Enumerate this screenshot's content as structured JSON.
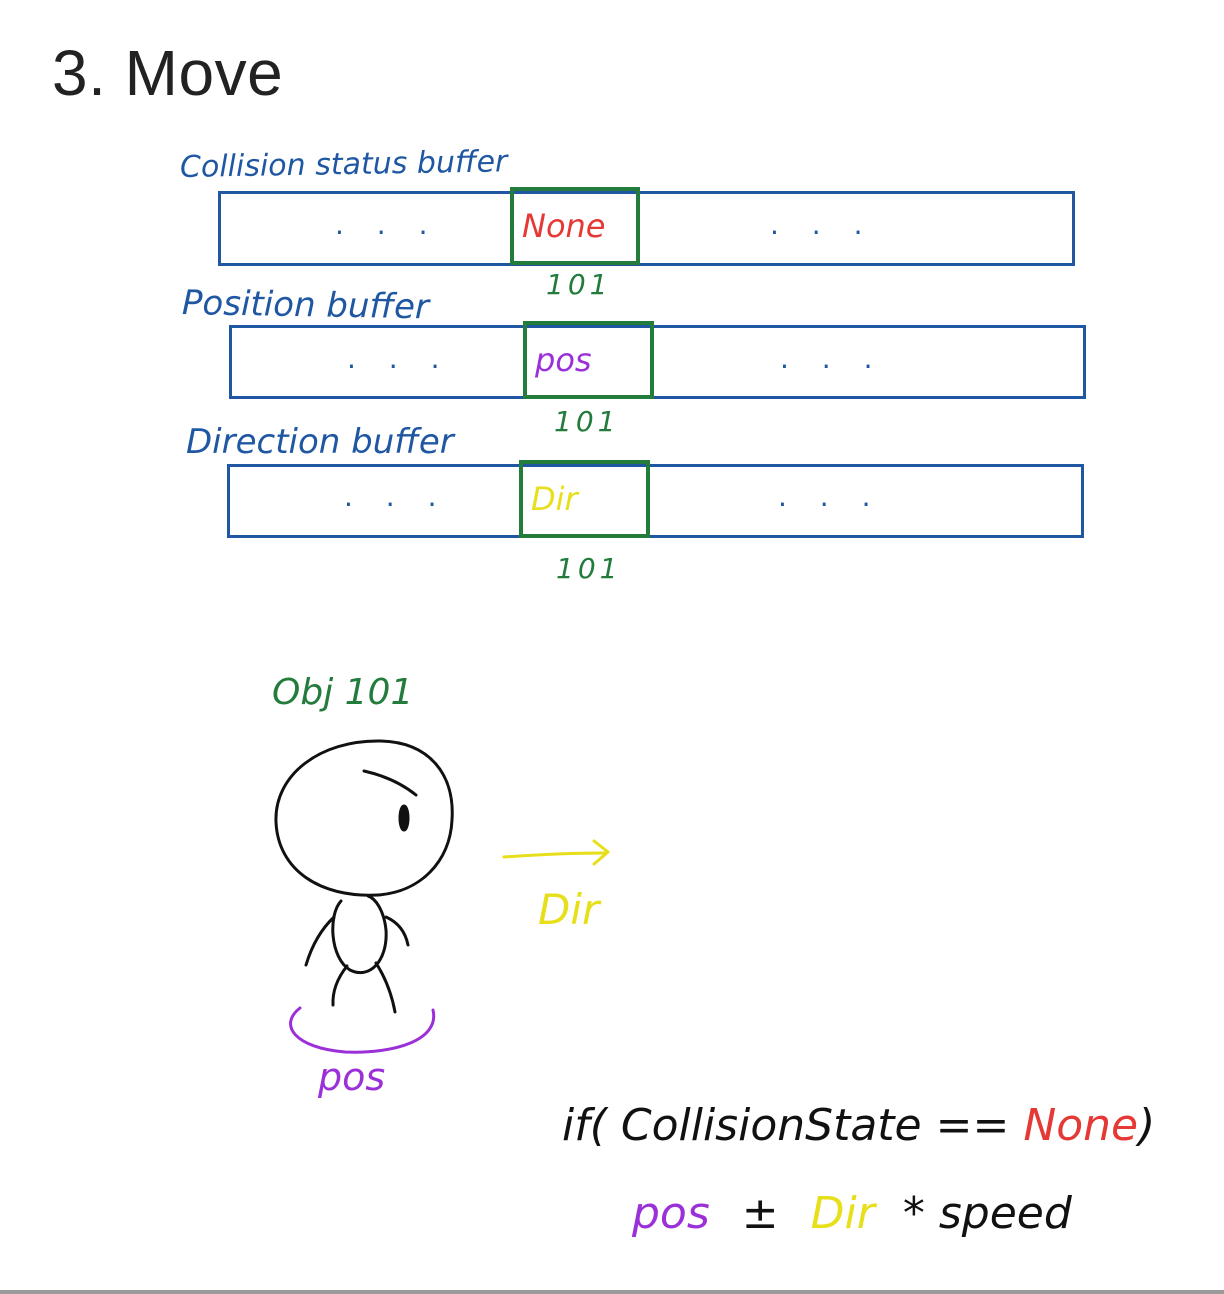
{
  "title": "3. Move",
  "colors": {
    "buffer": "#1f57a3",
    "cell": "#237b3c",
    "none": "#e53935",
    "pos": "#9b30d9",
    "dir": "#e6df1a",
    "text": "#111111"
  },
  "buffers": [
    {
      "label": "Collision status buffer",
      "left_dots": ". . .",
      "cell_value": "None",
      "right_dots": ". . .",
      "index": "101"
    },
    {
      "label": "Position buffer",
      "left_dots": ". . .",
      "cell_value": "pos",
      "right_dots": ". . .",
      "index": "101"
    },
    {
      "label": "Direction buffer",
      "left_dots": ". . .",
      "cell_value": "Dir",
      "right_dots": ". . .",
      "index": "101"
    }
  ],
  "object": {
    "label": "Obj 101",
    "direction_label": "Dir",
    "position_label": "pos"
  },
  "formula": {
    "line1_prefix": "if( CollisionState ==",
    "line1_value": "None",
    "line1_suffix": ")",
    "line2_pos": "pos",
    "line2_op": "±",
    "line2_dir": "Dir",
    "line2_rest": "* speed"
  }
}
